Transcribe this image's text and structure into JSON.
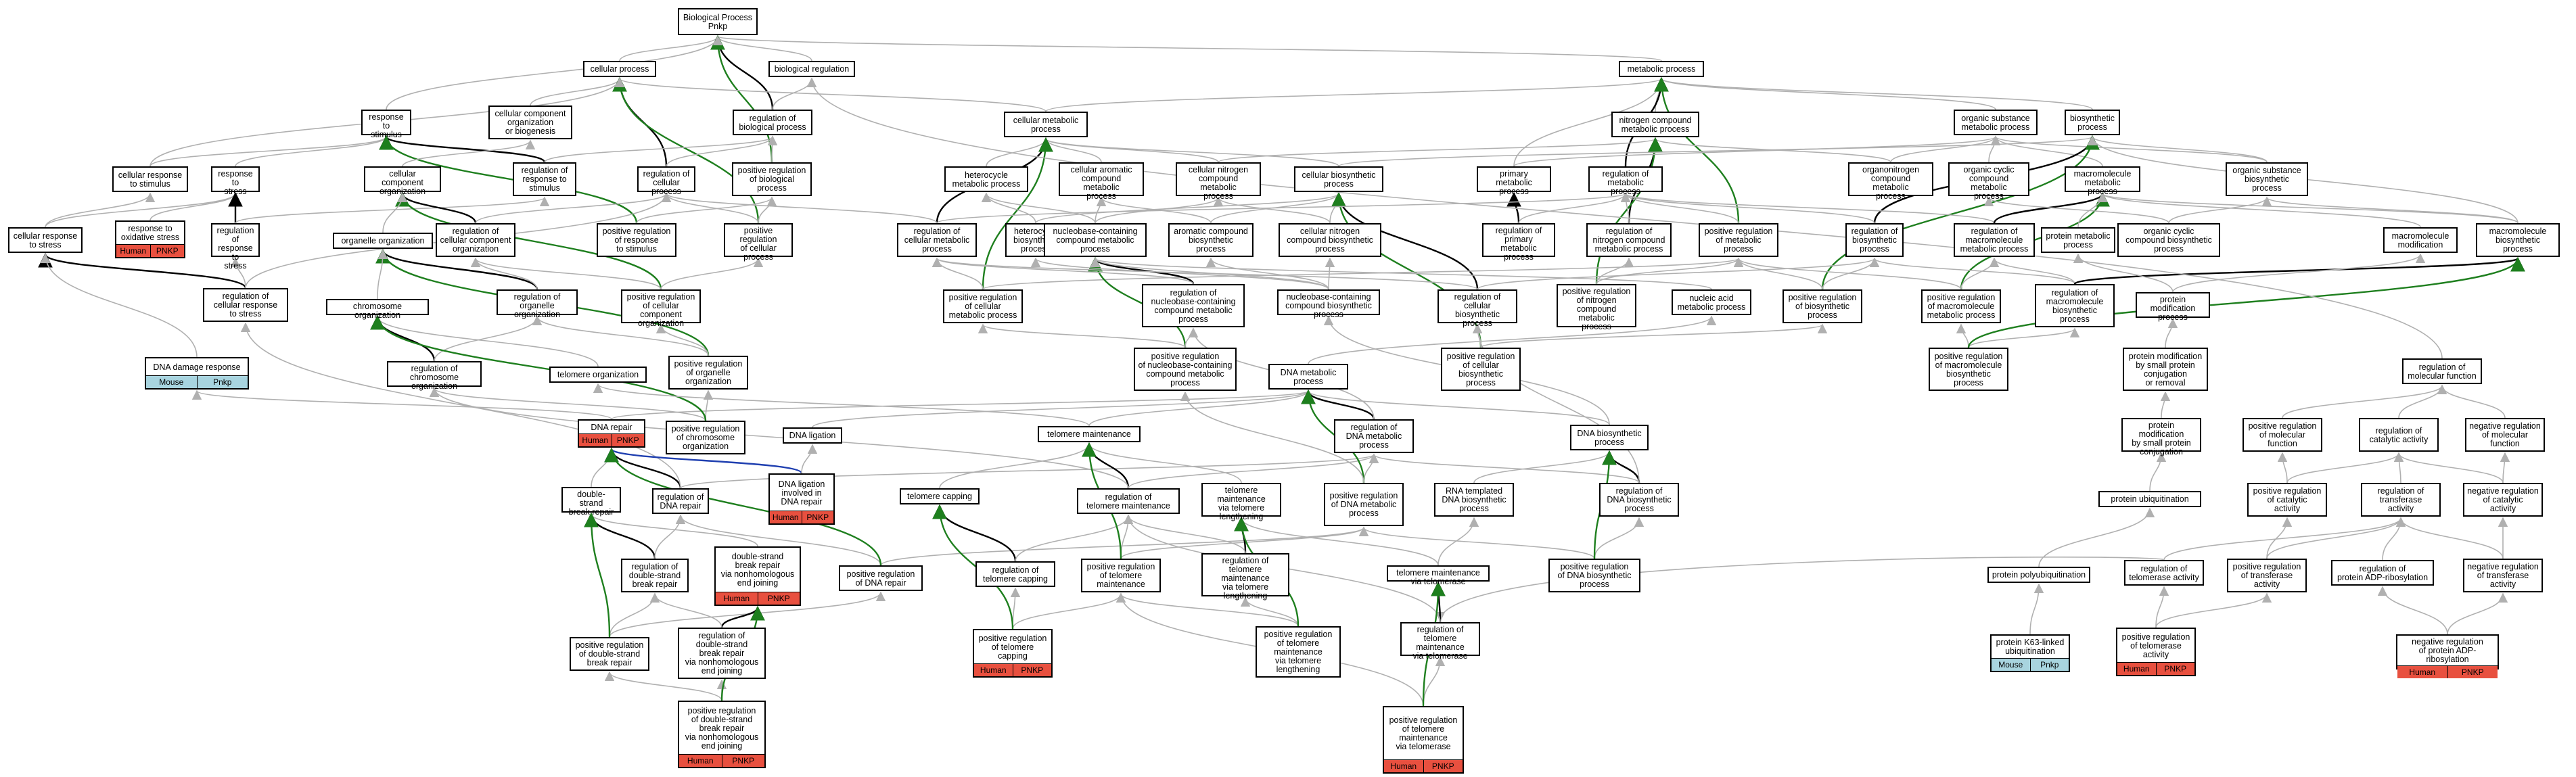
{
  "colors": {
    "human": "#e8503f",
    "mouse": "#a8d4df",
    "edge_is_a": "#b0b0b0",
    "edge_regulates": "#000000",
    "edge_positively": "#1e7f1e",
    "edge_blue": "#1f3fb0"
  },
  "nodes": [
    {
      "id": "bp",
      "label": "Biological Process\nPnkp"
    },
    {
      "id": "cp",
      "label": "cellular process"
    },
    {
      "id": "breg",
      "label": "biological regulation"
    },
    {
      "id": "mp",
      "label": "metabolic process"
    },
    {
      "id": "rts",
      "label": "response to\nstimulus"
    },
    {
      "id": "ccob",
      "label": "cellular component\norganization\nor biogenesis"
    },
    {
      "id": "rbp",
      "label": "regulation of\nbiological process"
    },
    {
      "id": "cmp",
      "label": "cellular metabolic\nprocess"
    },
    {
      "id": "ncmp",
      "label": "nitrogen compound\nmetabolic process"
    },
    {
      "id": "osmp",
      "label": "organic substance\nmetabolic process"
    },
    {
      "id": "bsp",
      "label": "biosynthetic\nprocess"
    },
    {
      "id": "crs",
      "label": "cellular response\nto stimulus"
    },
    {
      "id": "rst",
      "label": "response to\nstress"
    },
    {
      "id": "ccorg",
      "label": "cellular component\norganization"
    },
    {
      "id": "rrs",
      "label": "regulation of\nresponse to\nstimulus"
    },
    {
      "id": "rcp",
      "label": "regulation of\ncellular process"
    },
    {
      "id": "prbp",
      "label": "positive regulation\nof biological\nprocess"
    },
    {
      "id": "hmp",
      "label": "heterocycle\nmetabolic process"
    },
    {
      "id": "acmp",
      "label": "cellular aromatic\ncompound metabolic\nprocess"
    },
    {
      "id": "cncmp",
      "label": "cellular nitrogen\ncompound metabolic\nprocess"
    },
    {
      "id": "cbp",
      "label": "cellular biosynthetic\nprocess"
    },
    {
      "id": "pmp",
      "label": "primary metabolic\nprocess"
    },
    {
      "id": "rmp",
      "label": "regulation of\nmetabolic process"
    },
    {
      "id": "oncmp",
      "label": "organonitrogen\ncompound metabolic\nprocess"
    },
    {
      "id": "occmp",
      "label": "organic cyclic\ncompound metabolic\nprocess"
    },
    {
      "id": "mmp",
      "label": "macromolecule\nmetabolic process"
    },
    {
      "id": "osbp",
      "label": "organic substance\nbiosynthetic\nprocess"
    },
    {
      "id": "cres",
      "label": "cellular response\nto stress"
    },
    {
      "id": "ros",
      "label": "response to\noxidative stress",
      "tags": [
        "Human",
        "PNKP"
      ]
    },
    {
      "id": "rrst",
      "label": "regulation of\nresponse to\nstress"
    },
    {
      "id": "rcco",
      "label": "regulation of\ncellular component\norganization"
    },
    {
      "id": "prrs",
      "label": "positive regulation\nof response\nto stimulus"
    },
    {
      "id": "prcp",
      "label": "positive regulation\nof cellular\nprocess"
    },
    {
      "id": "rcmp",
      "label": "regulation of\ncellular metabolic\nprocess"
    },
    {
      "id": "hbp",
      "label": "heterocycle\nbiosynthetic\nprocess"
    },
    {
      "id": "nucmp",
      "label": "nucleobase-containing\ncompound metabolic\nprocess"
    },
    {
      "id": "acbp",
      "label": "aromatic compound\nbiosynthetic\nprocess"
    },
    {
      "id": "cncbp",
      "label": "cellular nitrogen\ncompound biosynthetic\nprocess"
    },
    {
      "id": "rpmp",
      "label": "regulation of\nprimary metabolic\nprocess"
    },
    {
      "id": "rncmp",
      "label": "regulation of\nnitrogen compound\nmetabolic process"
    },
    {
      "id": "prmp",
      "label": "positive regulation\nof metabolic\nprocess"
    },
    {
      "id": "rbsp",
      "label": "regulation of\nbiosynthetic\nprocess"
    },
    {
      "id": "rmmp",
      "label": "regulation of\nmacromolecule\nmetabolic process"
    },
    {
      "id": "prmetp",
      "label": "protein metabolic\nprocess"
    },
    {
      "id": "occbp",
      "label": "organic cyclic\ncompound biosynthetic\nprocess"
    },
    {
      "id": "mmod",
      "label": "macromolecule\nmodification"
    },
    {
      "id": "mbsp",
      "label": "macromolecule\nbiosynthetic\nprocess"
    },
    {
      "id": "oorg",
      "label": "organelle organization"
    },
    {
      "id": "roo",
      "label": "regulation of\norganelle organization"
    },
    {
      "id": "prcco",
      "label": "positive regulation\nof cellular\ncomponent organization"
    },
    {
      "id": "rcrs",
      "label": "regulation of\ncellular response\nto stress"
    },
    {
      "id": "prcmp",
      "label": "positive regulation\nof cellular\nmetabolic process"
    },
    {
      "id": "rnucmp",
      "label": "regulation of\nnucleobase-containing\ncompound metabolic\nprocess"
    },
    {
      "id": "cncbp2",
      "label": "nucleobase-containing\ncompound biosynthetic\nprocess"
    },
    {
      "id": "rcbp",
      "label": "regulation of\ncellular biosynthetic\nprocess"
    },
    {
      "id": "prncmp",
      "label": "positive regulation\nof nitrogen\ncompound metabolic\nprocess"
    },
    {
      "id": "namp",
      "label": "nucleic acid\nmetabolic process"
    },
    {
      "id": "prbsp",
      "label": "positive regulation\nof biosynthetic\nprocess"
    },
    {
      "id": "prmmp",
      "label": "positive regulation\nof macromolecule\nmetabolic process"
    },
    {
      "id": "rmbsp",
      "label": "regulation of\nmacromolecule\nbiosynthetic\nprocess"
    },
    {
      "id": "pmod",
      "label": "protein modification\nprocess"
    },
    {
      "id": "ddr",
      "label": "DNA damage response",
      "tags": [
        "Mouse",
        "Pnkp"
      ]
    },
    {
      "id": "corg",
      "label": "chromosome organization"
    },
    {
      "id": "rco",
      "label": "regulation of\nchromosome organization"
    },
    {
      "id": "torg",
      "label": "telomere organization"
    },
    {
      "id": "proo",
      "label": "positive regulation\nof organelle\norganization"
    },
    {
      "id": "prnucmp",
      "label": "positive regulation\nof nucleobase-containing\ncompound metabolic\nprocess"
    },
    {
      "id": "dmp",
      "label": "DNA metabolic\nprocess"
    },
    {
      "id": "prcbp",
      "label": "positive regulation\nof cellular\nbiosynthetic\nprocess"
    },
    {
      "id": "prmbsp",
      "label": "positive regulation\nof macromolecule\nbiosynthetic\nprocess"
    },
    {
      "id": "pmsc",
      "label": "protein modification\nby small protein\nconjugation\nor removal"
    },
    {
      "id": "rmf",
      "label": "regulation of\nmolecular function"
    },
    {
      "id": "dnar",
      "label": "DNA repair",
      "tags": [
        "Human",
        "PNKP"
      ]
    },
    {
      "id": "prco",
      "label": "positive regulation\nof chromosome\norganization"
    },
    {
      "id": "dlig",
      "label": "DNA ligation"
    },
    {
      "id": "tm",
      "label": "telomere maintenance"
    },
    {
      "id": "rdmp",
      "label": "regulation of\nDNA metabolic\nprocess"
    },
    {
      "id": "dbsp",
      "label": "DNA biosynthetic\nprocess"
    },
    {
      "id": "pmsp",
      "label": "protein modification\nby small protein\nconjugation"
    },
    {
      "id": "prmf",
      "label": "positive regulation\nof molecular\nfunction"
    },
    {
      "id": "rca",
      "label": "regulation of\ncatalytic activity"
    },
    {
      "id": "nrmf",
      "label": "negative regulation\nof molecular\nfunction"
    },
    {
      "id": "dsbr",
      "label": "double-strand\nbreak repair"
    },
    {
      "id": "rdr",
      "label": "regulation of\nDNA repair"
    },
    {
      "id": "dlrep",
      "label": "DNA ligation\ninvolved in\nDNA repair",
      "tags": [
        "Human",
        "PNKP"
      ]
    },
    {
      "id": "tcap",
      "label": "telomere capping"
    },
    {
      "id": "rtm",
      "label": "regulation of\ntelomere maintenance"
    },
    {
      "id": "tmtl",
      "label": "telomere maintenance\nvia telomere\nlengthening"
    },
    {
      "id": "prdmp",
      "label": "positive regulation\nof DNA metabolic\nprocess"
    },
    {
      "id": "rtdbp",
      "label": "RNA templated\nDNA biosynthetic\nprocess"
    },
    {
      "id": "rdbsp",
      "label": "regulation of\nDNA biosynthetic\nprocess"
    },
    {
      "id": "pubq",
      "label": "protein ubiquitination"
    },
    {
      "id": "prca",
      "label": "positive regulation\nof catalytic\nactivity"
    },
    {
      "id": "rta",
      "label": "regulation of\ntransferase\nactivity"
    },
    {
      "id": "nrca",
      "label": "negative regulation\nof catalytic\nactivity"
    },
    {
      "id": "rdsbr",
      "label": "regulation of\ndouble-strand\nbreak repair"
    },
    {
      "id": "nhej",
      "label": "double-strand\nbreak repair\nvia nonhomologous\nend joining",
      "tags": [
        "Human",
        "PNKP"
      ]
    },
    {
      "id": "prdr",
      "label": "positive regulation\nof DNA repair"
    },
    {
      "id": "rtc",
      "label": "regulation of\ntelomere capping"
    },
    {
      "id": "prtm",
      "label": "positive regulation\nof telomere\nmaintenance"
    },
    {
      "id": "rtmtl",
      "label": "regulation of\ntelomere maintenance\nvia telomere\nlengthening"
    },
    {
      "id": "tmvt",
      "label": "telomere maintenance\nvia telomerase"
    },
    {
      "id": "prdbsp",
      "label": "positive regulation\nof DNA biosynthetic\nprocess"
    },
    {
      "id": "ppubq",
      "label": "protein polyubiquitination"
    },
    {
      "id": "rtela",
      "label": "regulation of\ntelomerase activity"
    },
    {
      "id": "prta",
      "label": "positive regulation\nof transferase\nactivity"
    },
    {
      "id": "rpadp",
      "label": "regulation of\nprotein ADP-ribosylation"
    },
    {
      "id": "nrta",
      "label": "negative regulation\nof transferase\nactivity"
    },
    {
      "id": "prdsbr",
      "label": "positive regulation\nof double-strand\nbreak repair"
    },
    {
      "id": "rnhej",
      "label": "regulation of\ndouble-strand\nbreak repair\nvia nonhomologous\nend joining"
    },
    {
      "id": "prtc",
      "label": "positive regulation\nof telomere\ncapping",
      "tags": [
        "Human",
        "PNKP"
      ]
    },
    {
      "id": "prtmtl",
      "label": "positive regulation\nof telomere\nmaintenance\nvia telomere\nlengthening"
    },
    {
      "id": "rtmvt",
      "label": "regulation of\ntelomere maintenance\nvia telomerase"
    },
    {
      "id": "k63",
      "label": "protein K63-linked\nubiquitination",
      "tags": [
        "Mouse",
        "Pnkp"
      ]
    },
    {
      "id": "prtela",
      "label": "positive regulation\nof telomerase\nactivity",
      "tags": [
        "Human",
        "PNKP"
      ]
    },
    {
      "id": "nrpadp",
      "label": "negative regulation\nof protein ADP-ribosylation",
      "tags": [
        "Human",
        "PNKP"
      ]
    },
    {
      "id": "prnhej",
      "label": "positive regulation\nof double-strand\nbreak repair\nvia nonhomologous\nend joining",
      "tags": [
        "Human",
        "PNKP"
      ]
    },
    {
      "id": "prtmvt",
      "label": "positive regulation\nof telomere\nmaintenance\nvia telomerase",
      "tags": [
        "Human",
        "PNKP"
      ]
    }
  ]
}
